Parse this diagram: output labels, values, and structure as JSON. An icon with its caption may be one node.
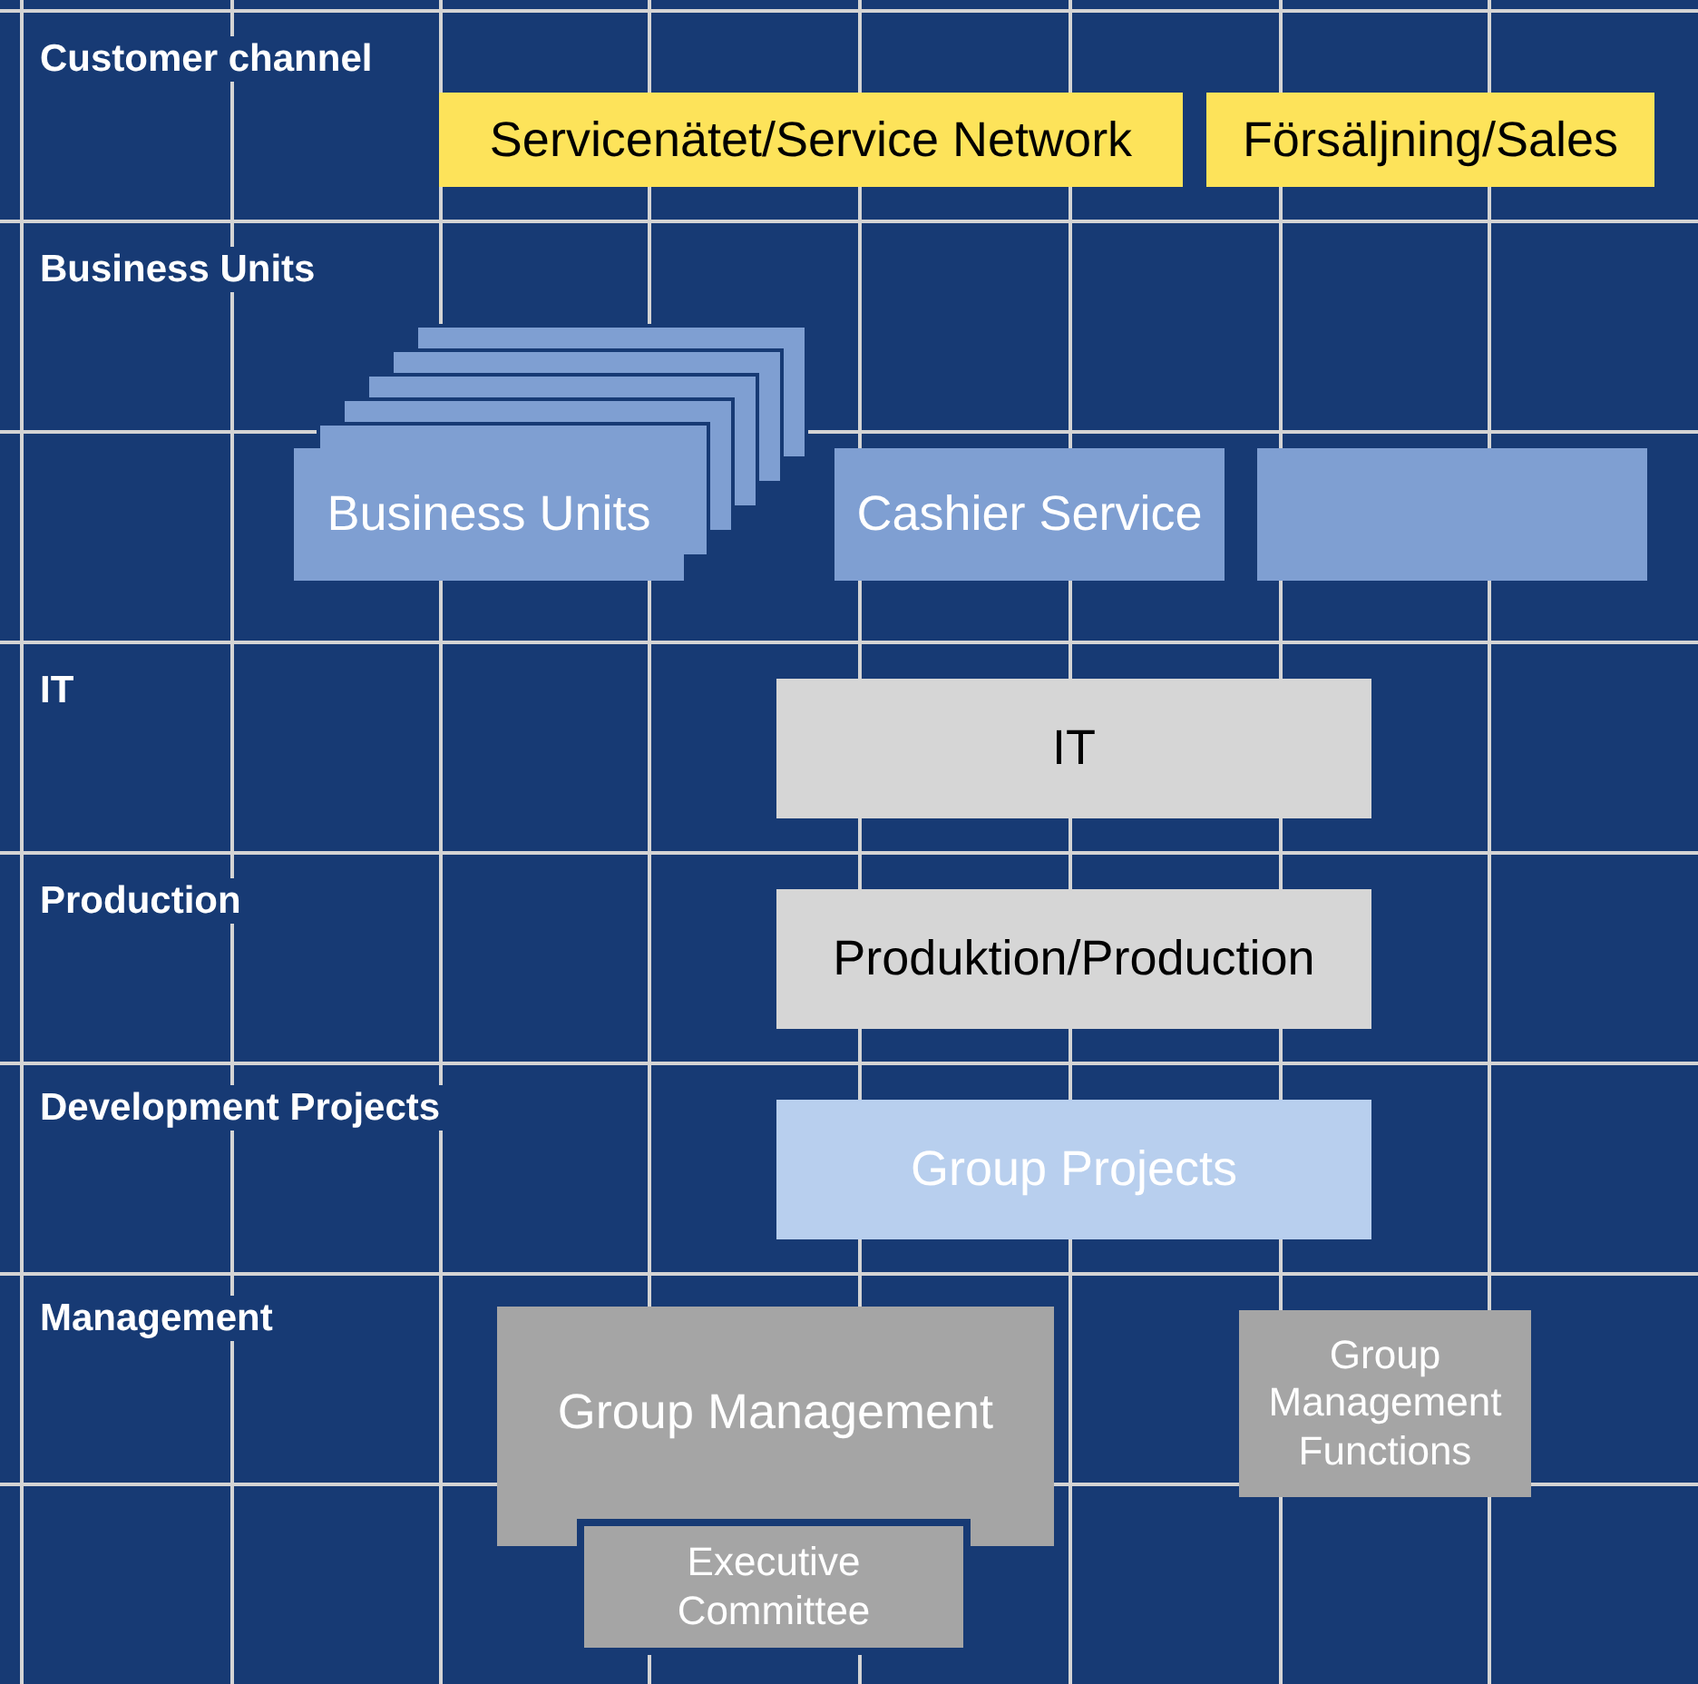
{
  "diagram": {
    "nodes": [
      {
        "text": [
          "Servicenätet/Service Network"
        ]
      },
      {
        "text": [
          "Försäljning/Sales"
        ]
      },
      {
        "text": [
          "Business Units"
        ]
      },
      {
        "text": [
          "Cashier Service"
        ]
      },
      {
        "text": [],
        "shape": "box"
      },
      {
        "text": [
          "IT"
        ]
      },
      {
        "text": [
          "Produktion/Production"
        ]
      },
      {
        "text": [
          "Group Projects"
        ]
      },
      {
        "text": [
          "Group Management"
        ]
      },
      {
        "text": [
          "Executive Committee"
        ]
      },
      {
        "text": [
          "Group Management Functions"
        ]
      }
    ],
    "labels": [
      "Customer channel",
      "Business Units",
      "IT",
      "Production",
      "Development Projects",
      "Management"
    ]
  }
}
